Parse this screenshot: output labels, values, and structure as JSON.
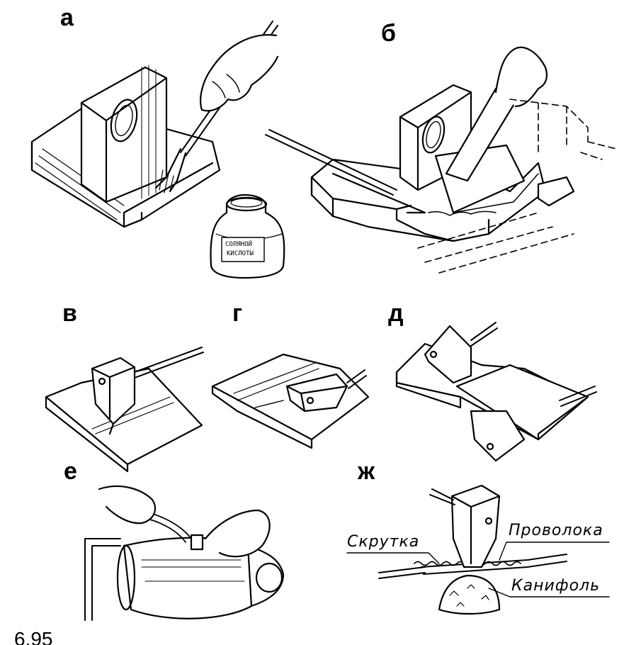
{
  "panels": [
    {
      "id": "a",
      "letter": "а"
    },
    {
      "id": "b",
      "letter": "б"
    },
    {
      "id": "v",
      "letter": "в"
    },
    {
      "id": "g",
      "letter": "г"
    },
    {
      "id": "d",
      "letter": "д"
    },
    {
      "id": "e",
      "letter": "е"
    },
    {
      "id": "zh",
      "letter": "ж"
    }
  ],
  "jar_label": {
    "line1": "СОЛЯНОЙ",
    "line2": "КИСЛОТЫ"
  },
  "callouts": {
    "twist": "Скрутка",
    "wire": "Проволока",
    "rosin": "Канифоль"
  },
  "figure_number": "6.95",
  "line_color": "#000000",
  "background": "#ffffff"
}
